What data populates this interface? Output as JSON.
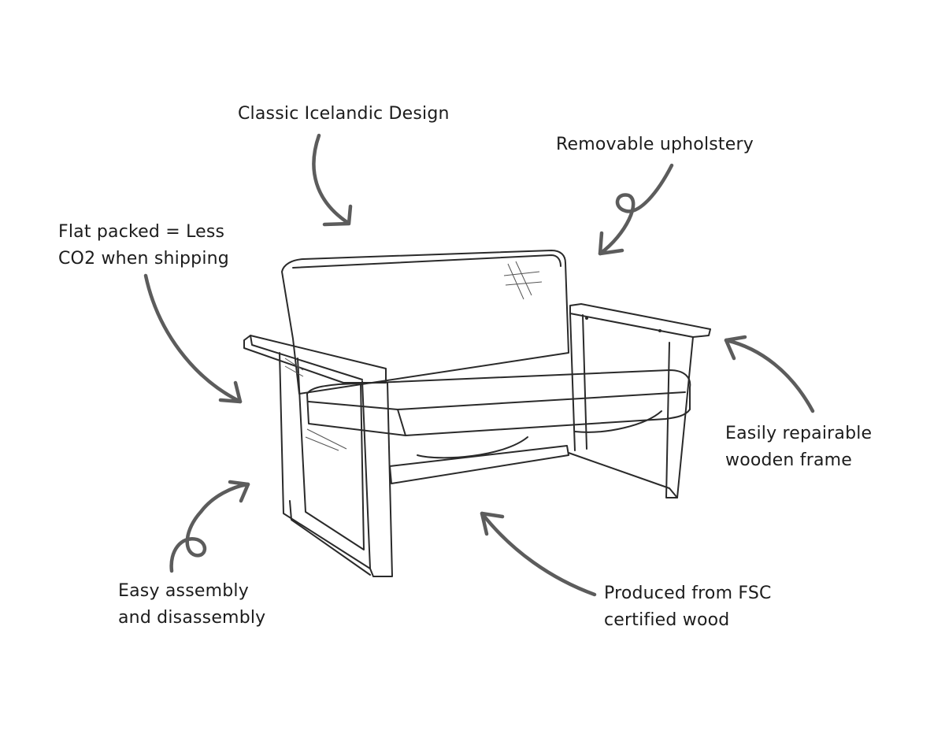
{
  "annotations": {
    "design": {
      "lines": [
        "Classic Icelandic Design"
      ]
    },
    "upholstery": {
      "lines": [
        "Removable upholstery"
      ]
    },
    "flat_packed": {
      "lines": [
        "Flat packed = Less",
        "CO2 when shipping"
      ]
    },
    "repairable": {
      "lines": [
        "Easily repairable",
        "wooden frame"
      ]
    },
    "assembly": {
      "lines": [
        "Easy assembly",
        "and disassembly"
      ]
    },
    "fsc": {
      "lines": [
        "Produced from FSC",
        "certified wood"
      ]
    }
  },
  "colors": {
    "text": "#1c1c1c",
    "arrow": "#5c5c5c",
    "sketch": "#2a2a2a"
  }
}
